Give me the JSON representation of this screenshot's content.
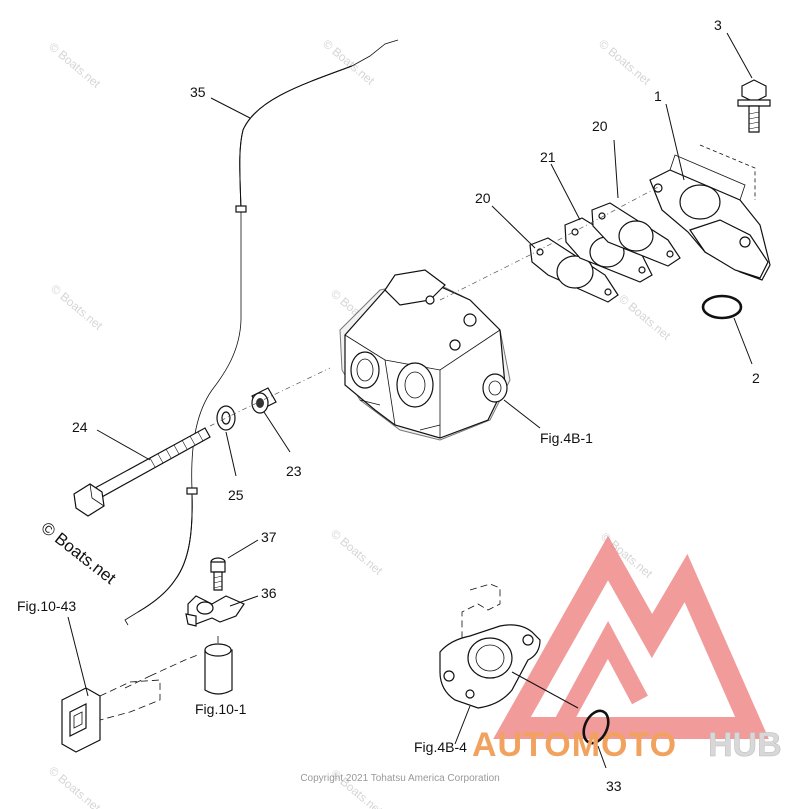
{
  "callouts": {
    "p1": "1",
    "p2": "2",
    "p3": "3",
    "p20a": "20",
    "p20b": "20",
    "p21": "21",
    "p23": "23",
    "p24": "24",
    "p25": "25",
    "p33": "33",
    "p35": "35",
    "p36": "36",
    "p37": "37"
  },
  "references": {
    "fig4b1": "Fig.4B-1",
    "fig4b4": "Fig.4B-4",
    "fig10_1": "Fig.10-1",
    "fig10_43": "Fig.10-43"
  },
  "watermark": {
    "primary": "© Boats.net",
    "faint": "© Boats.net"
  },
  "copyright": "Copyright 2021 Tohatsu America Corporation",
  "brand_overlay": {
    "text_part1": "AUTOMOTO",
    "text_part2": "HUB",
    "color_primary": "#f2a25f",
    "color_secondary": "#e0e0e0",
    "logo_color": "#f08a8a"
  }
}
